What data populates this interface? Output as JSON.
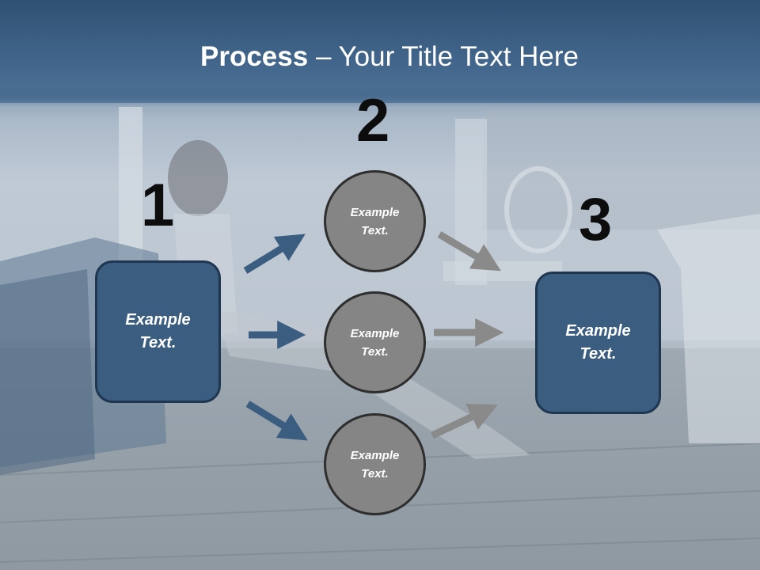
{
  "slide": {
    "title_bold": "Process",
    "title_rest": " – Your Title Text Here"
  },
  "steps": [
    {
      "number": "1",
      "label_line1": "Example",
      "label_line2": "Text."
    },
    {
      "number": "2"
    },
    {
      "number": "3",
      "label_line1": "Example",
      "label_line2": "Text."
    }
  ],
  "circles": [
    {
      "label_line1": "Example",
      "label_line2": "Text."
    },
    {
      "label_line1": "Example",
      "label_line2": "Text."
    },
    {
      "label_line1": "Example",
      "label_line2": "Text."
    }
  ],
  "colors": {
    "box_fill": "#3b5e80",
    "circle_fill": "#858585",
    "arrow_blue": "#3b5e80",
    "arrow_gray": "#8a8a8a"
  }
}
